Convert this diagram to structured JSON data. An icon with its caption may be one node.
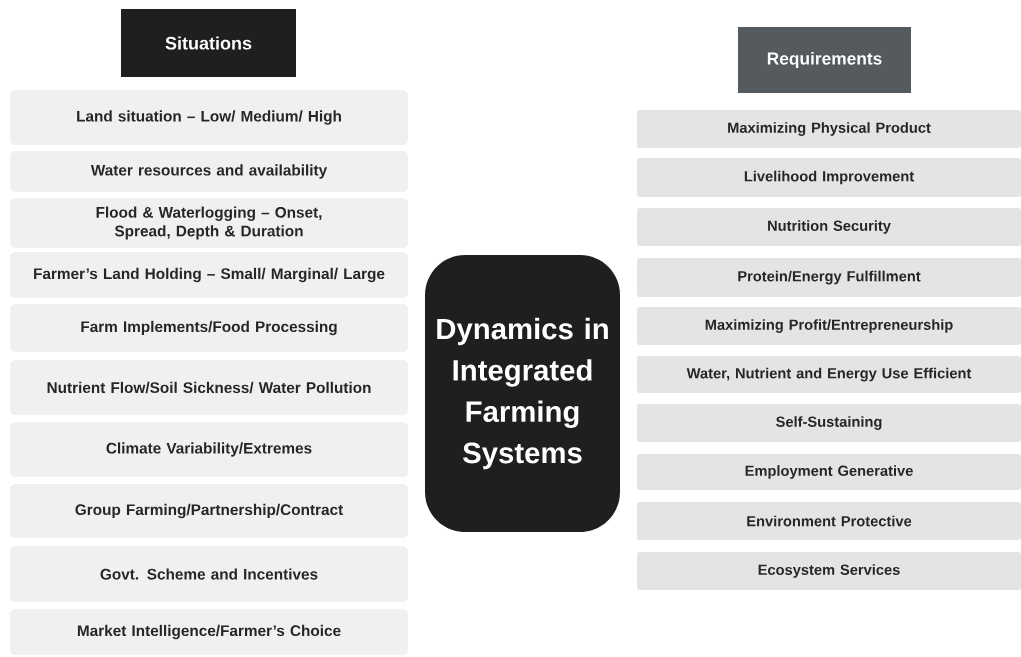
{
  "diagram": {
    "nodes": [
      {
        "text": [
          "Situations"
        ]
      },
      {
        "text": [
          "Land situation – Low/ Medium/ High"
        ]
      },
      {
        "text": [
          "Water resources and availability"
        ]
      },
      {
        "text": [
          "Flood & Waterlogging – Onset, Spread, Depth & Duration"
        ]
      },
      {
        "text": [
          "Farmer’s Land Holding – Small/ Marginal/ Large"
        ]
      },
      {
        "text": [
          "Farm Implements/Food Processing"
        ]
      },
      {
        "text": [
          "Nutrient Flow/Soil Sickness/ Water Pollution"
        ]
      },
      {
        "text": [
          "Climate Variability/Extremes"
        ]
      },
      {
        "text": [
          "Group Farming/Partnership/Contract"
        ]
      },
      {
        "text": [
          "Govt. Scheme and Incentives"
        ]
      },
      {
        "text": [
          "Market Intelligence/Farmer’s Choice"
        ]
      },
      {
        "text": [
          "Dynamics in Integrated Farming Systems"
        ]
      },
      {
        "text": [
          "Requirements"
        ]
      },
      {
        "text": [
          "Maximizing Physical Product"
        ]
      },
      {
        "text": [
          "Livelihood Improvement"
        ]
      },
      {
        "text": [
          "Nutrition Security"
        ]
      },
      {
        "text": [
          "Protein/Energy Fulfillment"
        ]
      },
      {
        "text": [
          "Maximizing Profit/Entrepreneurship"
        ]
      },
      {
        "text": [
          "Water, Nutrient and Energy Use Efficient"
        ]
      },
      {
        "text": [
          "Self-Sustaining"
        ]
      },
      {
        "text": [
          "Employment Generative"
        ]
      },
      {
        "text": [
          "Environment Protective"
        ]
      },
      {
        "text": [
          "Ecosystem Services"
        ]
      }
    ]
  }
}
